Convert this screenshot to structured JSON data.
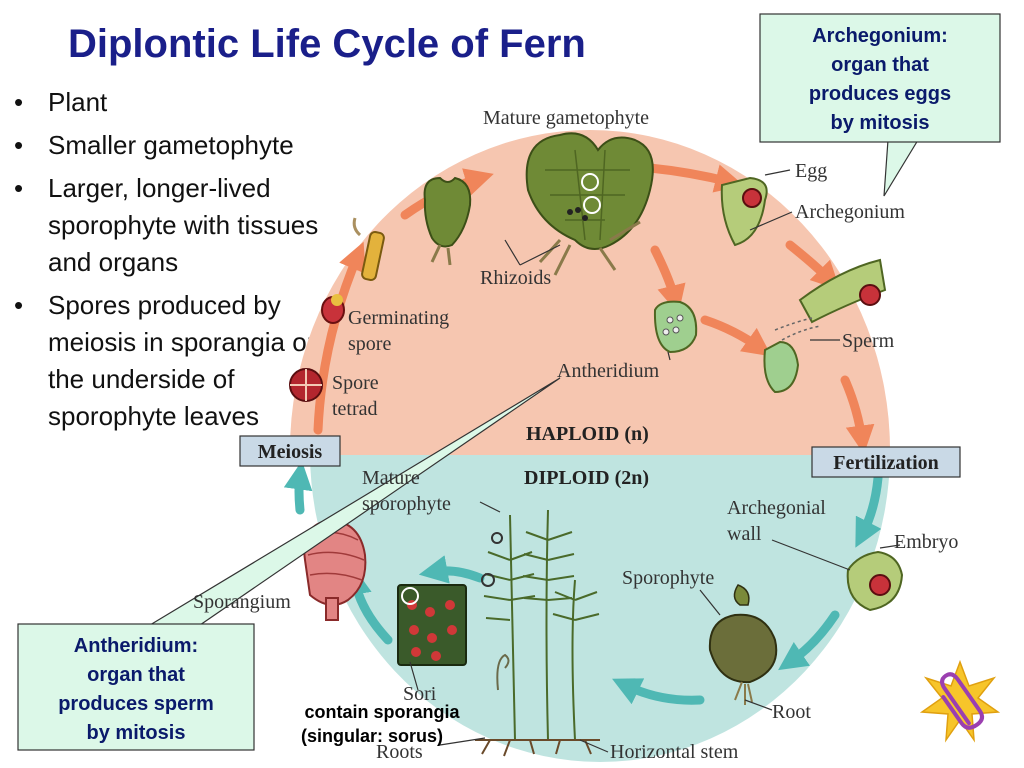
{
  "title": "Diplontic Life Cycle of Fern",
  "bullets": [
    "Plant",
    "Smaller gametophyte",
    "Larger, longer-lived sporophyte with tissues and organs",
    "Spores produced by meiosis in sporangia on the underside of sporophyte leaves"
  ],
  "callouts": {
    "archegonium": [
      "Archegonium:",
      "organ that",
      "produces eggs",
      "by mitosis"
    ],
    "antheridium": [
      "Antheridium:",
      "organ that",
      "produces sperm",
      "by mitosis"
    ]
  },
  "sori_note": [
    "contain sporangia",
    "(singular: sorus)"
  ],
  "phases": {
    "haploid": "HAPLOID (n)",
    "diploid": "DIPLOID (2n)"
  },
  "stage_boxes": {
    "meiosis": "Meiosis",
    "fertilization": "Fertilization"
  },
  "labels": {
    "mature_gametophyte": "Mature gametophyte",
    "egg": "Egg",
    "archegonium": "Archegonium",
    "rhizoids": "Rhizoids",
    "germinating_spore": [
      "Germinating",
      "spore"
    ],
    "sperm": "Sperm",
    "antheridium": "Antheridium",
    "spore_tetrad": [
      "Spore",
      "tetrad"
    ],
    "mature_sporophyte": [
      "Mature",
      "sporophyte"
    ],
    "archegonial_wall": [
      "Archegonial",
      "wall"
    ],
    "embryo": "Embryo",
    "sporophyte": "Sporophyte",
    "sporangium": "Sporangium",
    "sori": "Sori",
    "root": "Root",
    "roots": "Roots",
    "horizontal_stem": "Horizontal stem"
  },
  "colors": {
    "title": "#1a1f8a",
    "haploid_bg": "#f6c6b0",
    "diploid_bg": "#bfe4e0",
    "arrow_haploid": "#f0855a",
    "arrow_diploid": "#4fb8b4",
    "callout_fill": "#dcf8e8",
    "box_fill": "#c9d9e6"
  },
  "icons": [
    "paperclip-icon",
    "star-burst-icon"
  ]
}
